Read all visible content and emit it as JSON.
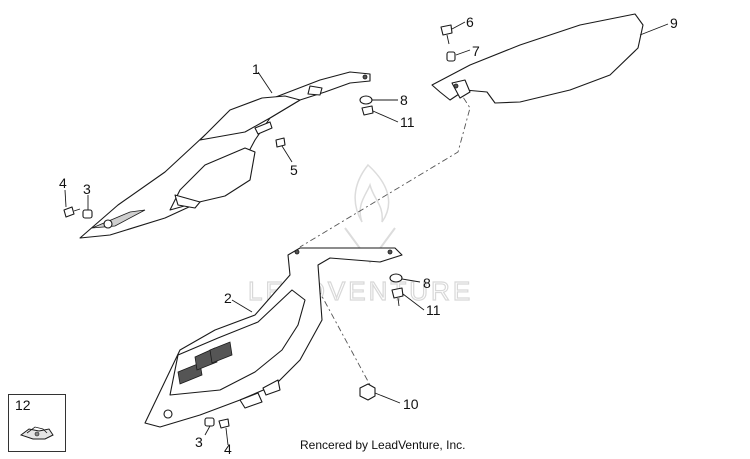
{
  "diagram": {
    "callouts": [
      {
        "id": "c1",
        "label": "1"
      },
      {
        "id": "c2",
        "label": "2"
      },
      {
        "id": "c3a",
        "label": "3"
      },
      {
        "id": "c3b",
        "label": "3"
      },
      {
        "id": "c4a",
        "label": "4"
      },
      {
        "id": "c4b",
        "label": "4"
      },
      {
        "id": "c5",
        "label": "5"
      },
      {
        "id": "c6",
        "label": "6"
      },
      {
        "id": "c7",
        "label": "7"
      },
      {
        "id": "c8a",
        "label": "8"
      },
      {
        "id": "c8b",
        "label": "8"
      },
      {
        "id": "c9",
        "label": "9"
      },
      {
        "id": "c10",
        "label": "10"
      },
      {
        "id": "c11a",
        "label": "11"
      },
      {
        "id": "c11b",
        "label": "11"
      }
    ],
    "legend_label": "12",
    "watermark": "LEADVENTURE",
    "footer": "Rencered by LeadVenture, Inc."
  },
  "colors": {
    "line": "#1a1a1a",
    "watermark": "#d8d8d8"
  }
}
